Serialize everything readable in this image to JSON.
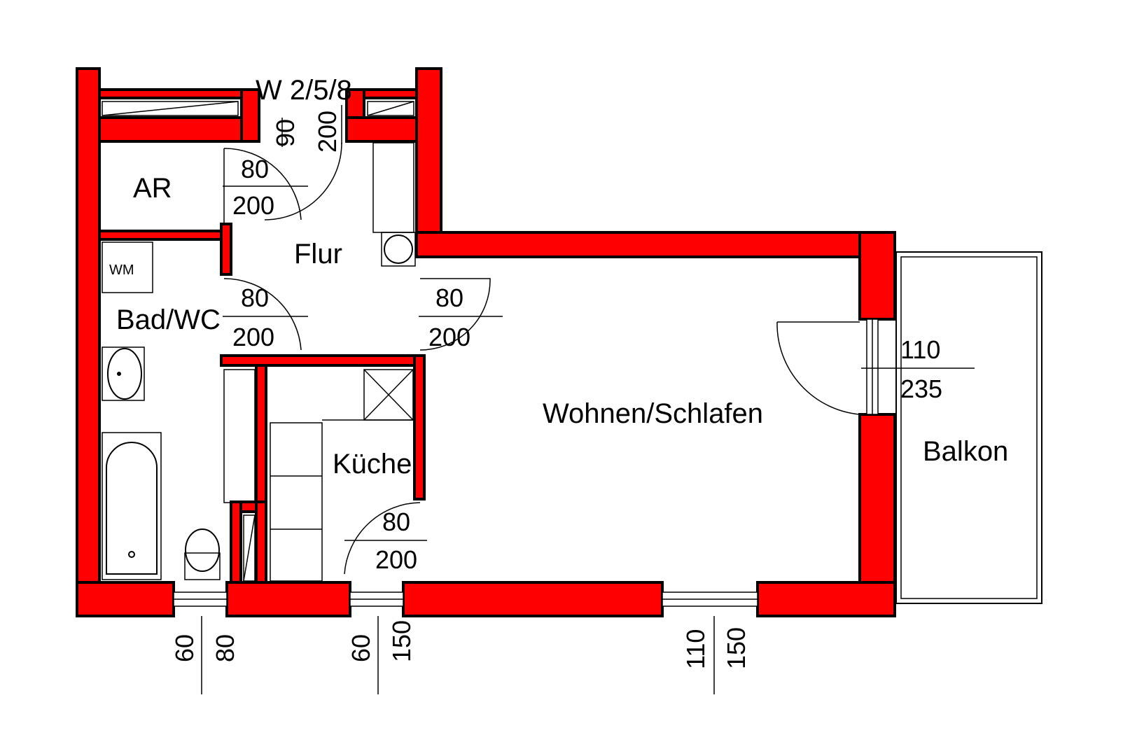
{
  "plan": {
    "unit_id": "W 2/5/8",
    "accent_color": "#ff0000",
    "rooms": {
      "ar": "AR",
      "flur": "Flur",
      "bad_wc": "Bad/WC",
      "wm": "WM",
      "kueche": "Küche",
      "wohnen": "Wohnen/Schlafen",
      "balkon": "Balkon"
    },
    "dimensions": {
      "entry_width": "90",
      "entry_height": "200",
      "ar_door_width": "80",
      "ar_door_height": "200",
      "bad_door_width": "80",
      "bad_door_height": "200",
      "wohnen_door_width": "80",
      "wohnen_door_height": "200",
      "kueche_door_width": "80",
      "kueche_door_height": "200",
      "balcony_door_width": "110",
      "balcony_door_height": "235",
      "bath_window_width": "60",
      "bath_window_height": "80",
      "kitchen_window_width": "60",
      "kitchen_window_height": "150",
      "living_window_width": "110",
      "living_window_height": "150"
    }
  }
}
